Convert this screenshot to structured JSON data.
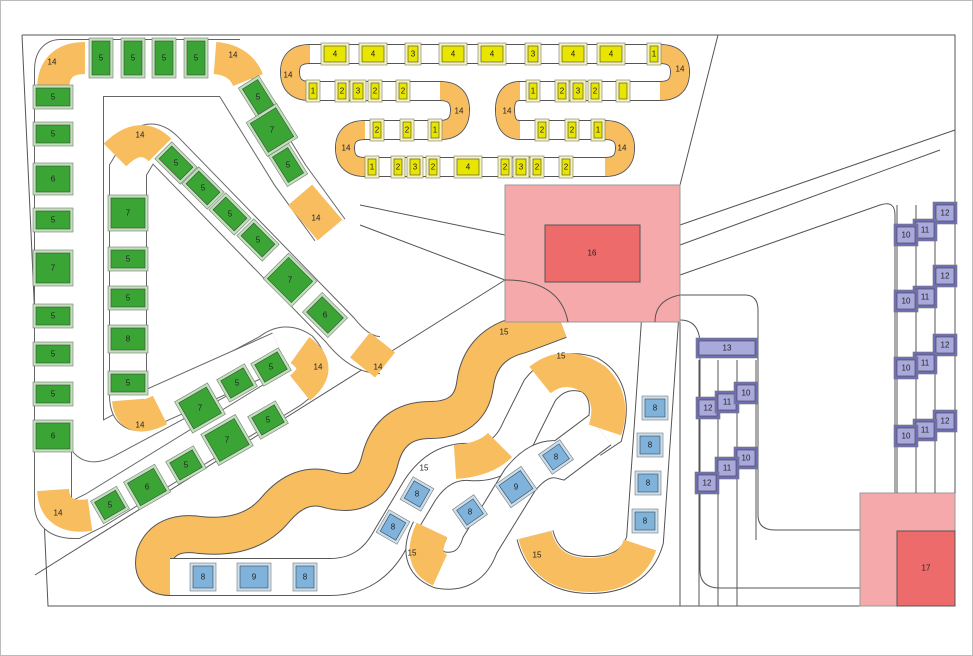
{
  "colors": {
    "green": "#3aa535",
    "green_light": "#bfe3b8",
    "yellow": "#e8e600",
    "yellow_light": "#f6f3b0",
    "blue": "#7fb3dc",
    "blue_light": "#c8dff0",
    "purple": "#6f6fb8",
    "purple_light": "#a9a9dc",
    "orange": "#f7bd5f",
    "red": "#ee6b6b",
    "red_light": "#f5a9ab"
  },
  "zones": {
    "main_zone": "16",
    "secondary_zone": "17"
  },
  "green": [
    "5",
    "5",
    "6",
    "5",
    "7",
    "5",
    "5",
    "5",
    "6",
    "5",
    "5",
    "5",
    "5",
    "5",
    "7",
    "5",
    "7",
    "5",
    "5",
    "8",
    "5",
    "5",
    "5",
    "5",
    "5",
    "7",
    "6",
    "7",
    "5",
    "5",
    "5",
    "6",
    "5",
    "7",
    "5"
  ],
  "yellow": [
    "4",
    "4",
    "3",
    "4",
    "4",
    "3",
    "4",
    "4",
    "1",
    "1",
    "2",
    "3",
    "2",
    "2",
    "1",
    "2",
    "3",
    "2",
    "",
    "2",
    "2",
    "1",
    "2",
    "2",
    "1",
    "1",
    "2",
    "3",
    "2",
    "4",
    "2",
    "3",
    "2",
    "2"
  ],
  "blue": [
    "8",
    "8",
    "8",
    "8",
    "8",
    "9",
    "8",
    "8",
    "8",
    "8",
    "9",
    "8"
  ],
  "purple": [
    "13",
    "12",
    "11",
    "10",
    "10",
    "11",
    "12",
    "12",
    "11",
    "10",
    "12",
    "11",
    "10",
    "12",
    "11",
    "10",
    "12",
    "11",
    "10"
  ],
  "orange_labels": [
    "14",
    "14",
    "14",
    "14",
    "14",
    "14",
    "14",
    "14",
    "14",
    "14",
    "14",
    "14",
    "14",
    "14",
    "15",
    "15",
    "15",
    "15",
    "15"
  ]
}
